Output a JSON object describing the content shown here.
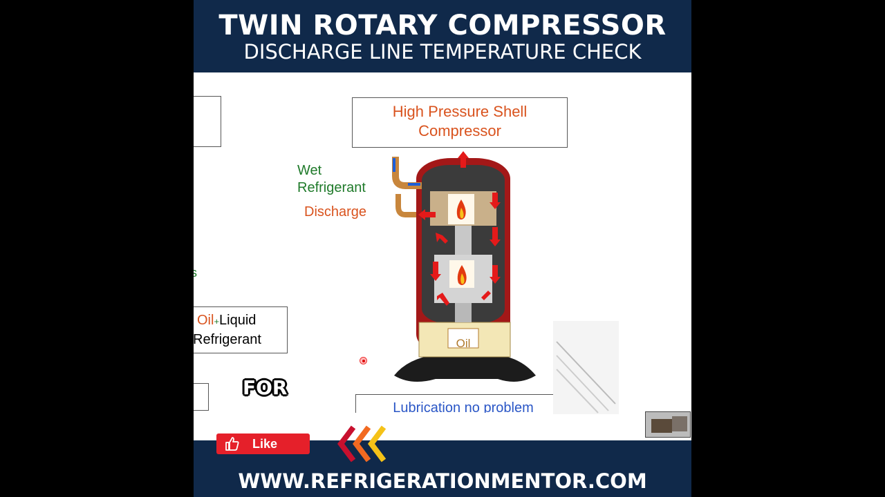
{
  "header": {
    "title": "TWIN ROTARY COMPRESSOR",
    "subtitle": "DISCHARGE LINE TEMPERATURE CHECK"
  },
  "diagram": {
    "top_box": "High Pressure Shell Compressor",
    "wet_refrigerant": [
      "Wet",
      "Refrigerant"
    ],
    "discharge": "Discharge",
    "partial_s": "s",
    "oil_liquid_box": {
      "oil": "Oil",
      "plus": "+",
      "liquid": "Liquid",
      "refrigerant": "Refrigerant"
    },
    "sump_label": "Oil",
    "bottom_box": "Lubrication no problem"
  },
  "caption": "FOR",
  "like_button": "Like",
  "footer": {
    "url": "WWW.REFRIGERATIONMENTOR.COM"
  },
  "colors": {
    "navy": "#10294a",
    "accent_red": "#e5202a",
    "orange_text": "#d9531e",
    "green_text": "#1f7a2a",
    "blue_text": "#2a56c6"
  }
}
